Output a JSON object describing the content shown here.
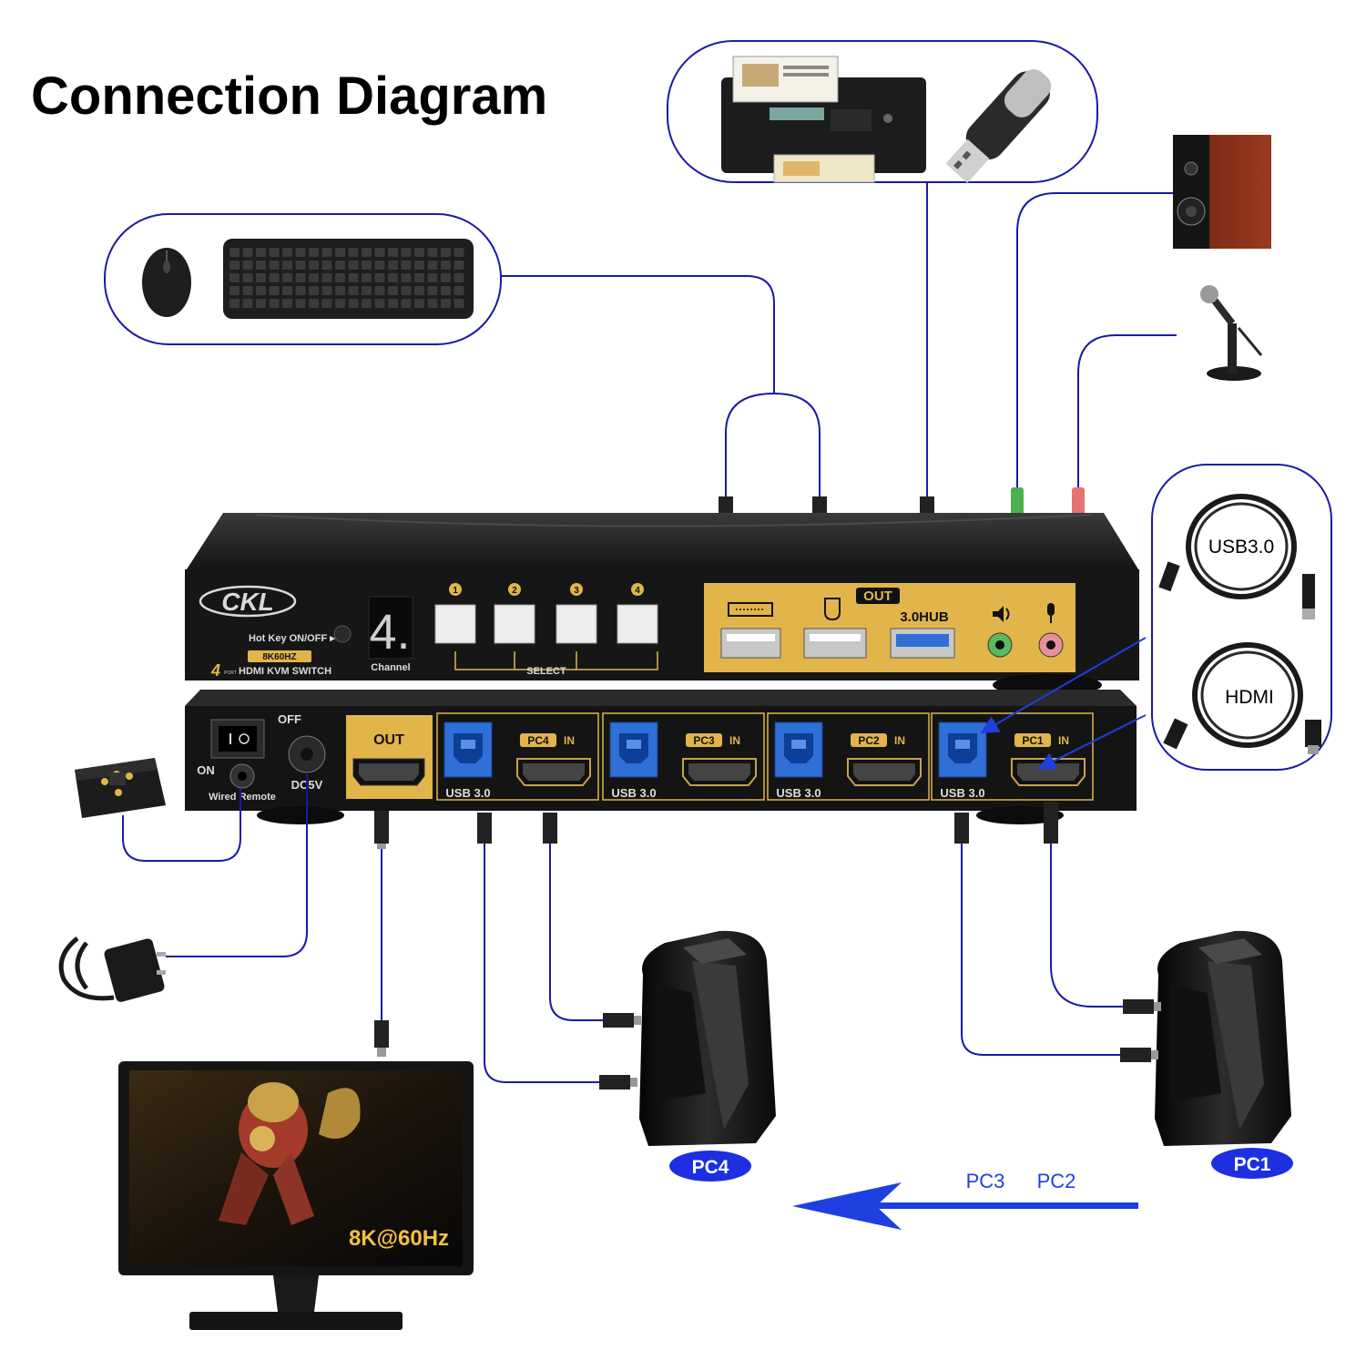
{
  "title": "Connection Diagram",
  "colors": {
    "wire": "#1a1aa6",
    "arrow": "#1f3fe0",
    "badge": "#1d2fe0",
    "gold": "#e2b54a",
    "device_body": "#1b1b1b"
  },
  "kvm_front": {
    "brand": "CKL",
    "hotkey_label": "Hot Key ON/OFF ▸",
    "resolution_badge": "8K60HZ",
    "model_prefix": "4",
    "model_port_word": "PORT",
    "model_name": "HDMI KVM SWITCH",
    "channel_digit": "4.",
    "channel_label": "Channel",
    "select_numbers": [
      "1",
      "2",
      "3",
      "4"
    ],
    "select_label": "SELECT",
    "out_badge": "OUT",
    "hub_label": "3.0HUB"
  },
  "kvm_back": {
    "off_label": "OFF",
    "on_label": "ON",
    "remote_label": "Wired Remote",
    "power_label": "DC5V",
    "out_label": "OUT",
    "usb_label": "USB 3.0",
    "pc_ports": [
      "PC4",
      "PC3",
      "PC2",
      "PC1"
    ],
    "in_label": "IN"
  },
  "cables": {
    "usb_label": "USB3.0",
    "hdmi_label": "HDMI"
  },
  "monitor_badge": "8K@60Hz",
  "pc_badges": {
    "left": "PC4",
    "right": "PC1"
  },
  "arrow_labels": {
    "first": "PC3",
    "second": "PC2"
  }
}
